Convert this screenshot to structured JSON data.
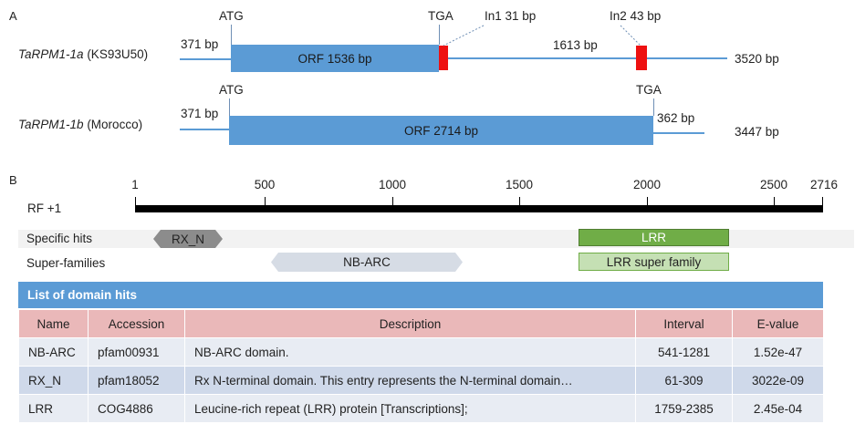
{
  "panel_a": {
    "letter": "A",
    "gene1": {
      "name": "TaRPM1-1a",
      "variety": "(KS93U50)",
      "utr5": "371 bp",
      "atg": "ATG",
      "orf": "ORF 1536 bp",
      "tga": "TGA",
      "intron1": "In1 31 bp",
      "intron2": "In2 43 bp",
      "utr3": "1613 bp",
      "total": "3520 bp"
    },
    "gene2": {
      "name": "TaRPM1-1b",
      "variety": "(Morocco)",
      "utr5": "371 bp",
      "atg": "ATG",
      "orf": "ORF 2714 bp",
      "tga": "TGA",
      "utr3": "362 bp",
      "total": "3447 bp"
    }
  },
  "panel_b": {
    "letter": "B",
    "frame_label": "RF  +1",
    "ruler_ticks": [
      "1",
      "500",
      "1000",
      "1500",
      "2000",
      "2500",
      "2716"
    ],
    "specific_hits_label": "Specific hits",
    "super_families_label": "Super-families",
    "domains": {
      "rx_n": "RX_N",
      "lrr": "LRR",
      "nb_arc": "NB-ARC",
      "lrr_super": "LRR super family"
    },
    "colors": {
      "rx_n": "#8c8c8c",
      "lrr": "#70ad47",
      "nb_arc": "#d6dce5",
      "lrr_super": "#c5e0b4",
      "gene_blue": "#5b9bd5",
      "intron_red": "#ee1111"
    },
    "table": {
      "title": "List of domain hits",
      "headers": [
        "Name",
        "Accession",
        "Description",
        "Interval",
        "E-value"
      ],
      "rows": [
        [
          "NB-ARC",
          "pfam00931",
          "NB-ARC domain.",
          "541-1281",
          "1.52e-47"
        ],
        [
          "RX_N",
          "pfam18052",
          "Rx N-terminal domain. This entry represents the N-terminal domain…",
          "61-309",
          "3022e-09"
        ],
        [
          "LRR",
          "COG4886",
          "Leucine-rich repeat (LRR) protein [Transcriptions];",
          "1759-2385",
          "2.45e-04"
        ]
      ]
    }
  }
}
